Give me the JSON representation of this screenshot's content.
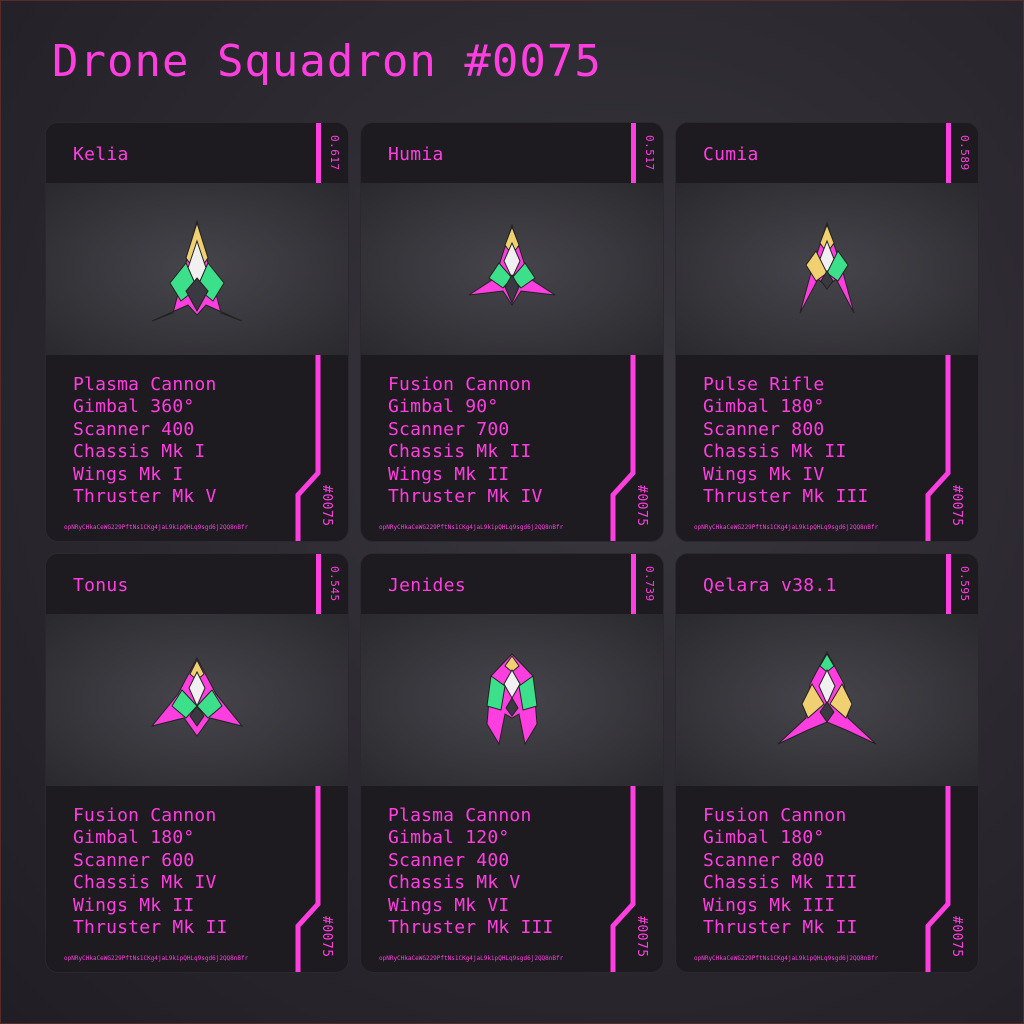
{
  "title": "Drone Squadron #0075",
  "serial": "#0075",
  "hash": "opNRyCHkaCeWG229PftNs1CKg4jaL9kipQHLq9sgd6j2QQ8nBfr",
  "colors": {
    "accent": "#ff3ee0",
    "green": "#3ce08a",
    "yellow": "#f0d070",
    "white": "#f0f0f0",
    "dark": "#3a3840"
  },
  "cards": [
    {
      "name": "Kelia",
      "rarity": "0.617",
      "stats": [
        "Plasma Cannon",
        "Gimbal 360°",
        "Scanner 400",
        "Chassis Mk I",
        "Wings Mk I",
        "Thruster Mk V"
      ]
    },
    {
      "name": "Humia",
      "rarity": "0.517",
      "stats": [
        "Fusion Cannon",
        "Gimbal 90°",
        "Scanner 700",
        "Chassis Mk II",
        "Wings Mk II",
        "Thruster Mk IV"
      ]
    },
    {
      "name": "Cumia",
      "rarity": "0.589",
      "stats": [
        "Pulse Rifle",
        "Gimbal 180°",
        "Scanner 800",
        "Chassis Mk II",
        "Wings Mk IV",
        "Thruster Mk III"
      ]
    },
    {
      "name": "Tonus",
      "rarity": "0.545",
      "stats": [
        "Fusion Cannon",
        "Gimbal 180°",
        "Scanner 600",
        "Chassis Mk IV",
        "Wings Mk II",
        "Thruster Mk II"
      ]
    },
    {
      "name": "Jenides",
      "rarity": "0.739",
      "stats": [
        "Plasma Cannon",
        "Gimbal 120°",
        "Scanner 400",
        "Chassis Mk V",
        "Wings Mk VI",
        "Thruster Mk III"
      ]
    },
    {
      "name": "Qelara v38.1",
      "rarity": "0.595",
      "stats": [
        "Fusion Cannon",
        "Gimbal 180°",
        "Scanner 800",
        "Chassis Mk III",
        "Wings Mk III",
        "Thruster Mk II"
      ]
    }
  ]
}
